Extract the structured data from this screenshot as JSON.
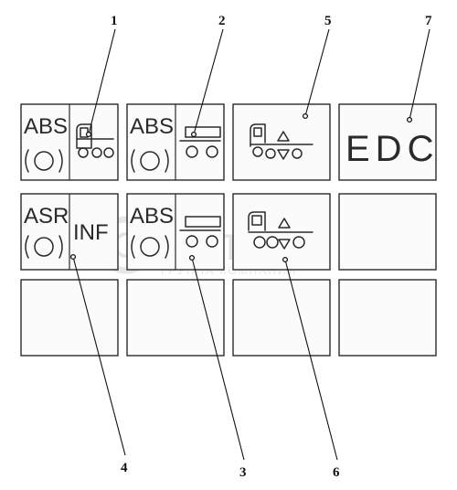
{
  "panels": {
    "abs_label": "ABS",
    "asr_label": "ASR",
    "inf_label": "INF",
    "edc_label": "EDC"
  },
  "callouts": [
    "1",
    "2",
    "3",
    "4",
    "5",
    "6",
    "7"
  ],
  "watermark": {
    "brand": "белаго",
    "tagline": "ГРУППА КОМПАНИЙ"
  }
}
